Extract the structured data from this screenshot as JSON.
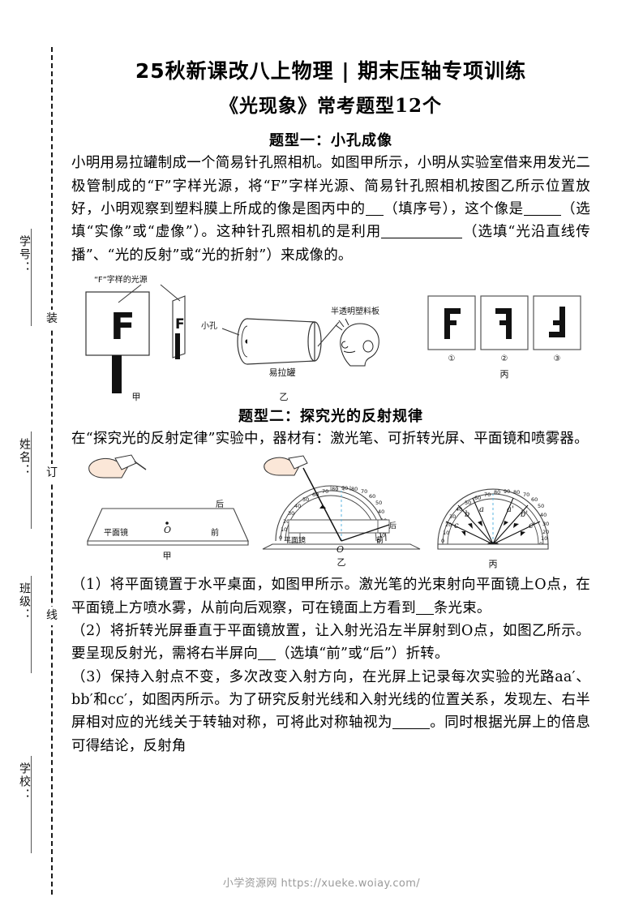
{
  "document": {
    "title": "25秋新课改八上物理 | 期末压轴专项训练",
    "subtitle": "《光现象》常考题型12个",
    "footer_watermark": "小学资源网 https://xueke.woiay.com/"
  },
  "margin": {
    "binding_chars": [
      "装",
      "订",
      "线"
    ],
    "fields": [
      "学号：",
      "姓名：",
      "班级：",
      "学校："
    ]
  },
  "sections": [
    {
      "heading": "题型一：小孔成像",
      "paragraphs": [
        "小明用易拉罐制成一个简易针孔照相机。如图甲所示，小明从实验室借来用发光二极管制成的“F”字样光源，将“F”字样光源、简易针孔照相机按图乙所示位置放好，小明观察到塑料膜上所成的像是图丙中的",
        "（填序号），这个像是",
        "（选填“实像”或“虚像”）。这种针孔照相机的是利用",
        "（选填“光沿直线传播”、“光的反射”或“光的折射”）来成像的。"
      ],
      "figure": {
        "captions": [
          "甲",
          "乙",
          "丙"
        ],
        "labels": {
          "source": "“F”字样的光源",
          "pinhole": "小孔",
          "can": "易拉罐",
          "screen": "半透明塑料板",
          "letter": "F",
          "options": [
            "①",
            "②",
            "③"
          ]
        }
      }
    },
    {
      "heading": "题型二：探究光的反射规律",
      "intro": "在“探究光的反射定律”实验中，器材有：激光笔、可折转光屏、平面镜和喷雾器。",
      "figure": {
        "captions": [
          "甲",
          "乙",
          "丙"
        ],
        "labels": {
          "mirror": "平面镜",
          "back": "后",
          "front": "前",
          "origin": "O",
          "rays_left": [
            "a",
            "b",
            "c"
          ],
          "rays_right": [
            "a'",
            "b'",
            "c'"
          ],
          "protractor_ticks": [
            "0",
            "10",
            "20",
            "30",
            "40",
            "50",
            "60",
            "70",
            "80",
            "90",
            "80",
            "70",
            "60",
            "50",
            "40",
            "30",
            "20",
            "10",
            "0"
          ]
        }
      },
      "questions": [
        {
          "num": "（1）",
          "text_a": "将平面镜置于水平桌面，如图甲所示。激光笔的光束射向平面镜上O点，在平面镜上方喷水雾，从前向后观察，可在镜面上方看到",
          "text_b": "条光束。"
        },
        {
          "num": "（2）",
          "text_a": "将折转光屏垂直于平面镜放置，让入射光沿左半屏射到O点，如图乙所示。要呈现反射光，需将右半屏向",
          "text_b": "（选填“前”或“后”）折转。"
        },
        {
          "num": "（3）",
          "text_a": "保持入射点不变，多次改变入射方向，在光屏上记录每次实验的光路aa′、bb′和cc′，如图丙所示。为了研究反射光线和入射光线的位置关系，发现左、右半屏相对应的光线关于转轴对称，可将此对称轴视为",
          "text_b": "。同时根据光屏上的倍息可得结论，反射角"
        }
      ]
    }
  ]
}
